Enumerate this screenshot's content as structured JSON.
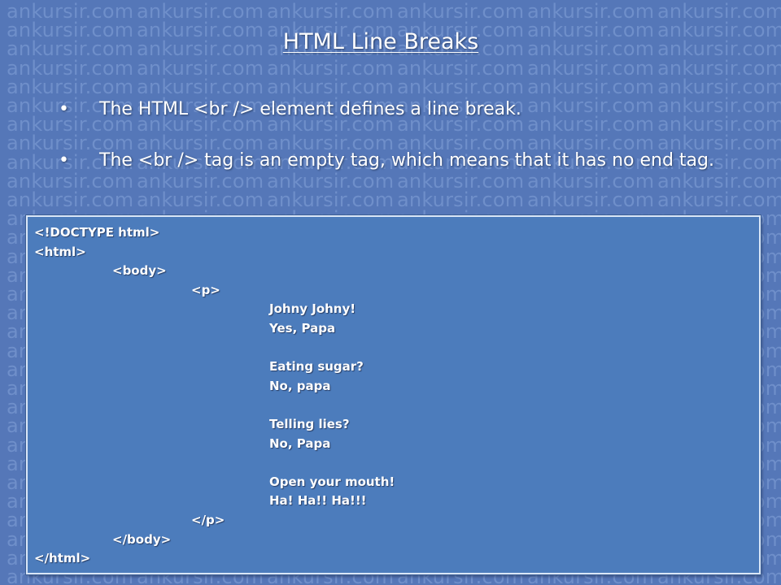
{
  "slide": {
    "title": "HTML Line Breaks",
    "watermark_text": "ankursir.com",
    "bullets": [
      "The HTML <br /> element defines a line break.",
      "The <br /> tag is an empty tag, which means that it has no end tag."
    ],
    "bullet_symbol": "•",
    "code_lines": [
      {
        "text": "<!DOCTYPE html>",
        "indent": 0
      },
      {
        "text": "<html>",
        "indent": 0
      },
      {
        "text": "<body>",
        "indent": 1
      },
      {
        "text": "<p>",
        "indent": 2
      },
      {
        "text": "Johny Johny!",
        "indent": 3
      },
      {
        "text": "Yes, Papa",
        "indent": 3
      },
      {
        "text": "",
        "indent": 3
      },
      {
        "text": "Eating sugar?",
        "indent": 3
      },
      {
        "text": "No, papa",
        "indent": 3
      },
      {
        "text": "",
        "indent": 3
      },
      {
        "text": "Telling lies?",
        "indent": 3
      },
      {
        "text": "No, Papa",
        "indent": 3
      },
      {
        "text": "",
        "indent": 3
      },
      {
        "text": "Open your mouth!",
        "indent": 3
      },
      {
        "text": "Ha! Ha!! Ha!!!",
        "indent": 3
      },
      {
        "text": "</p>",
        "indent": 2
      },
      {
        "text": "</body>",
        "indent": 1
      },
      {
        "text": "</html>",
        "indent": 0
      }
    ]
  },
  "colors": {
    "background": "#5577b8",
    "watermark": "#6f8fca",
    "code_box": "#4c7cbc",
    "text": "#ffffff"
  }
}
